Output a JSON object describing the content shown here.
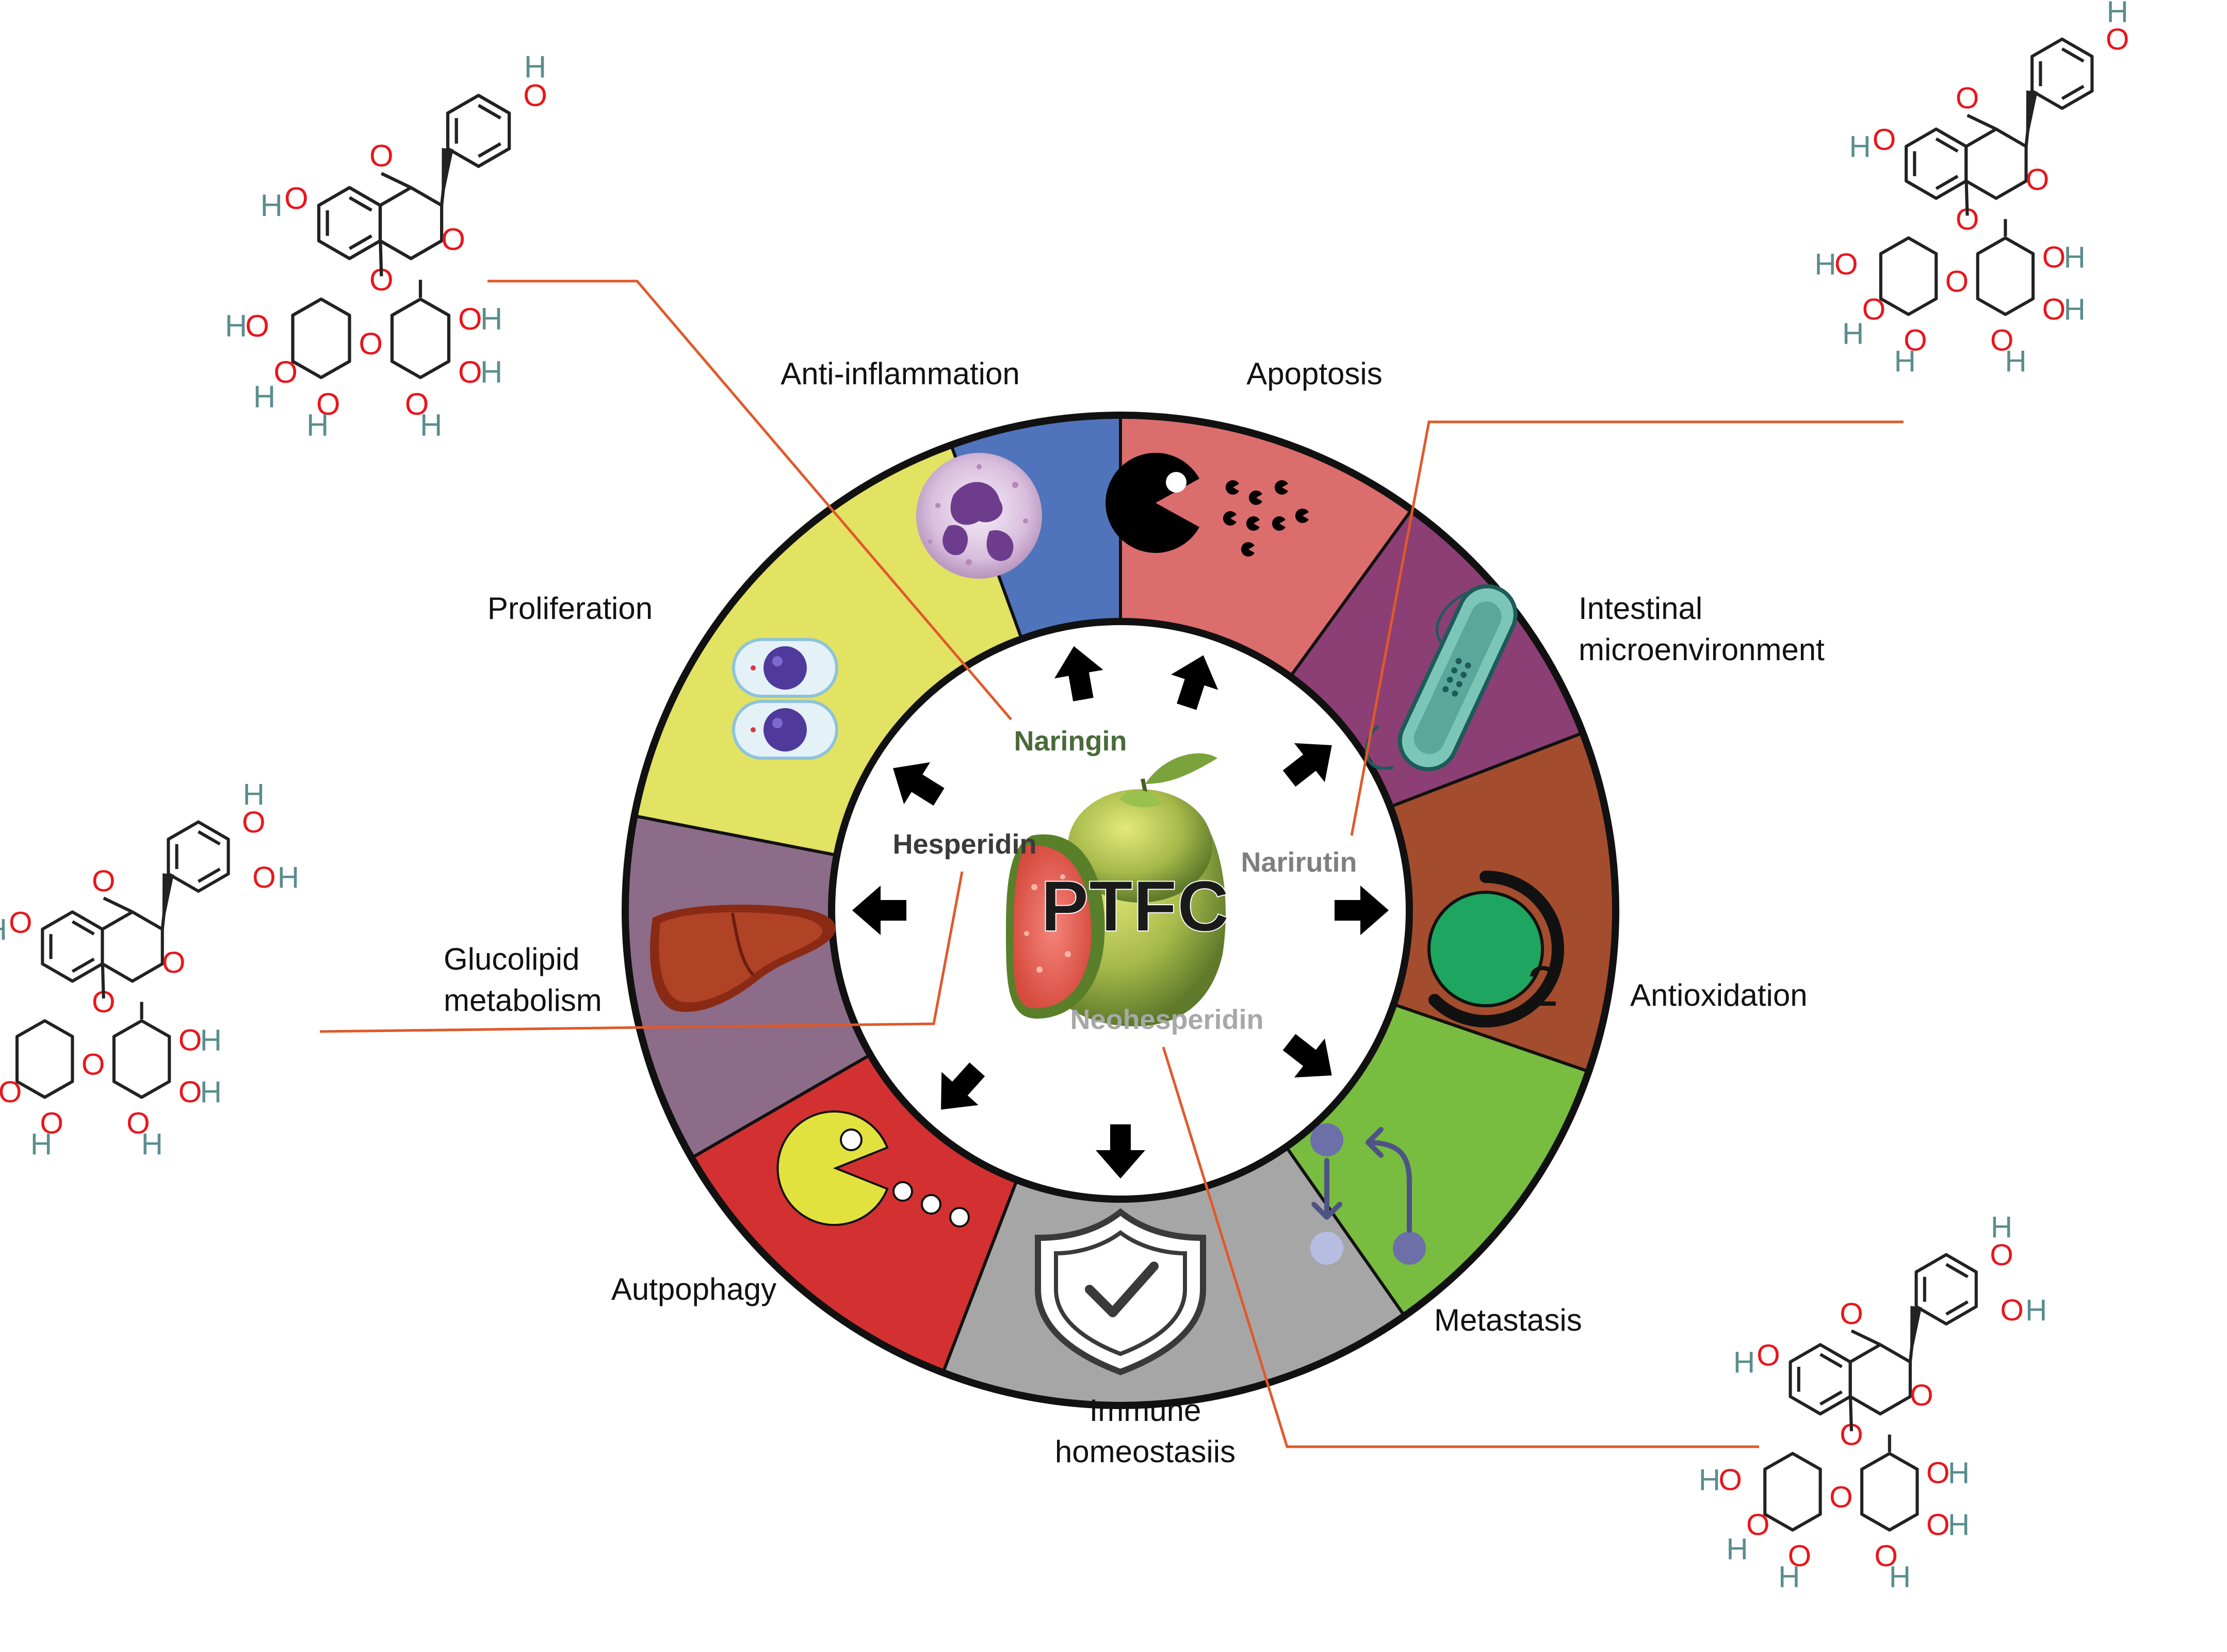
{
  "center": {
    "label": "PTFC",
    "compounds": [
      {
        "id": "naringin",
        "name": "Naringin",
        "color": "#4a6a3a"
      },
      {
        "id": "hesperidin",
        "name": "Hesperidin",
        "color": "#3a3a3a"
      },
      {
        "id": "narirutin",
        "name": "Narirutin",
        "color": "#7f7f7f"
      },
      {
        "id": "neohesperidin",
        "name": "Neohesperidin",
        "color": "#a8a8a8"
      }
    ]
  },
  "segments": [
    {
      "id": "anti-inflammation",
      "label_lines": [
        "Anti-inflammation"
      ],
      "color": "#5074bb",
      "icon": "neutrophil-icon"
    },
    {
      "id": "apoptosis",
      "label_lines": [
        "Apoptosis"
      ],
      "color": "#dc6d6d",
      "icon": "apoptosis-pacman-icon"
    },
    {
      "id": "intestinal",
      "label_lines": [
        "Intestinal",
        "microenvironment"
      ],
      "color": "#8c3f74",
      "icon": "bacterium-icon"
    },
    {
      "id": "antioxidation",
      "label_lines": [
        "Antioxidation"
      ],
      "color": "#a34d2e",
      "icon": "oxygen-icon"
    },
    {
      "id": "metastasis",
      "label_lines": [
        "Metastasis"
      ],
      "color": "#78bc40",
      "icon": "metastasis-flow-icon"
    },
    {
      "id": "immune",
      "label_lines": [
        "Immune",
        "homeostasiis"
      ],
      "color": "#a6a6a6",
      "icon": "shield-check-icon"
    },
    {
      "id": "autpophagy",
      "label_lines": [
        "Autpophagy"
      ],
      "color": "#d33131",
      "icon": "autophagy-pacman-icon"
    },
    {
      "id": "glucolipid",
      "label_lines": [
        "Glucolipid",
        "metabolism"
      ],
      "color": "#8c6c88",
      "icon": "liver-icon"
    },
    {
      "id": "proliferation",
      "label_lines": [
        "Proliferation"
      ],
      "color": "#e2e263",
      "icon": "dividing-cell-icon"
    }
  ],
  "atoms": {
    "oxygen": "O",
    "hydrogen": "H",
    "subscript_two": "2"
  },
  "colors": {
    "leader": "#e0592a",
    "oxygen": "#e8161c",
    "hydrogen": "#5a8d8e",
    "ring_outline": "#111111"
  }
}
